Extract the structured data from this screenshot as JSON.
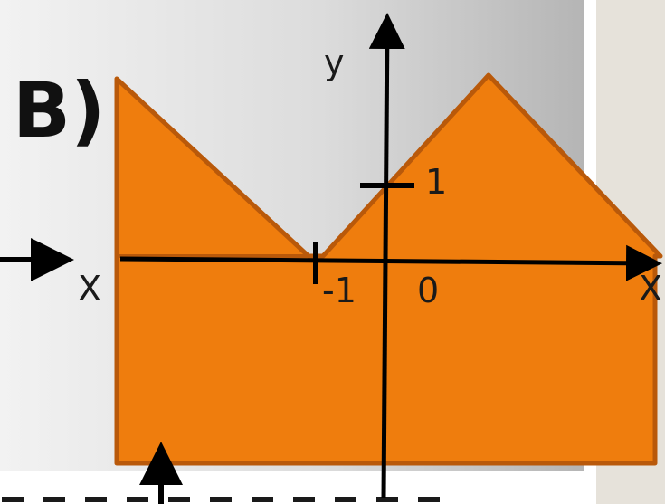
{
  "labels": {
    "title": "В)",
    "y_axis": "y",
    "x_axis_left": "X",
    "x_axis_right": "X",
    "tick_one": "1",
    "tick_neg_one": "-1",
    "origin": "0"
  },
  "colors": {
    "shape_fill": "#ef7d0d",
    "shape_outline": "#b9590a",
    "axis": "#000000",
    "background_left": "#d3d3d3",
    "background_right": "#e6e2da"
  }
}
